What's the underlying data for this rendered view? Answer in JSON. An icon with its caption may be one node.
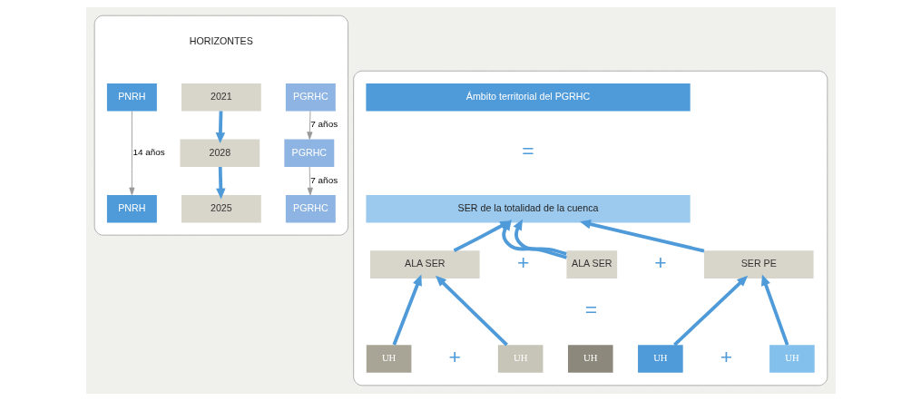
{
  "diagram": {
    "nodes": [
      {
        "text": [],
        "shape": "box"
      },
      {
        "text": [
          "PNRH"
        ],
        "in": 0
      },
      {
        "text": [
          "2021"
        ],
        "in": 0
      },
      {
        "text": [
          "PGRHC"
        ],
        "in": 0
      },
      {
        "text": [
          "2028"
        ],
        "in": 0
      },
      {
        "text": [
          "PGRHC"
        ],
        "in": 0
      },
      {
        "text": [
          "PNRH"
        ],
        "in": 0
      },
      {
        "text": [
          "2025"
        ],
        "in": 0
      },
      {
        "text": [
          "PGRHC"
        ],
        "in": 0
      },
      {
        "text": [],
        "shape": "box"
      },
      {
        "text": [
          "Ámbito territorial del PGRHC"
        ],
        "in": 9
      },
      {
        "text": [
          "SER de la totalidad de la cuenca"
        ],
        "in": 9
      },
      {
        "text": [
          "ALA SER"
        ],
        "in": 9
      },
      {
        "text": [
          "ALA SER"
        ],
        "in": 9
      },
      {
        "text": [
          "SER PE"
        ],
        "in": 9
      },
      {
        "text": [
          "UH"
        ],
        "in": 9
      },
      {
        "text": [
          "UH"
        ],
        "in": 9
      },
      {
        "text": [
          "UH"
        ],
        "in": 9
      },
      {
        "text": [
          "UH"
        ],
        "in": 9
      },
      {
        "text": [
          "UH"
        ],
        "in": 9
      }
    ],
    "edges": [
      {
        "from": 1,
        "to": 6,
        "arrow": "to",
        "label": "14 años",
        "color": "#9a9a9a"
      },
      {
        "from": 2,
        "to": 4,
        "arrow": "to"
      },
      {
        "from": 4,
        "to": 7,
        "arrow": "to"
      },
      {
        "from": 3,
        "to": 5,
        "arrow": "to",
        "label": "7 años",
        "color": "#9a9a9a"
      },
      {
        "from": 5,
        "to": 8,
        "arrow": "to",
        "label": "7 años",
        "color": "#9a9a9a"
      },
      {
        "from": 12,
        "to": 11,
        "arrow": "to"
      },
      {
        "from": 13,
        "to": 11,
        "arrow": "to"
      },
      {
        "from": 13,
        "to": 11,
        "arrow": "to"
      },
      {
        "from": 14,
        "to": 11,
        "arrow": "to"
      },
      {
        "from": 15,
        "to": 12,
        "arrow": "to"
      },
      {
        "from": 16,
        "to": 12,
        "arrow": "to"
      },
      {
        "from": 18,
        "to": 14,
        "arrow": "to"
      },
      {
        "from": 19,
        "to": 14,
        "arrow": "to"
      }
    ],
    "labels": [
      "HORIZONTES",
      "=",
      "+",
      "+",
      "=",
      "+",
      "+"
    ]
  }
}
